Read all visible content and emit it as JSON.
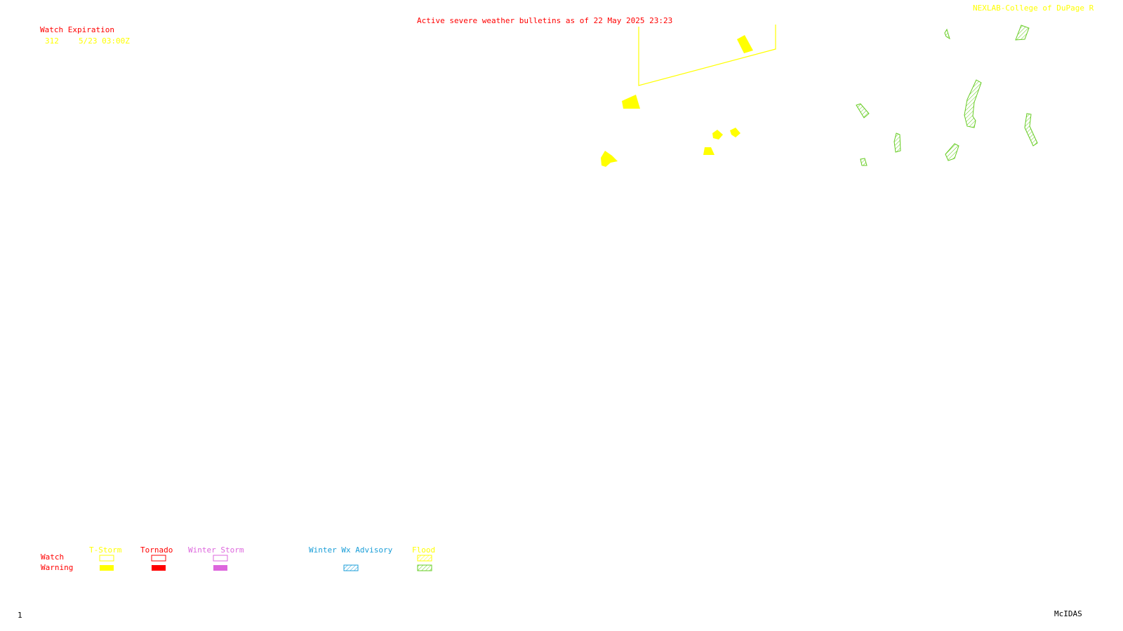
{
  "header": {
    "bulletin_title": "Active severe weather bulletins as of 22 May 2025 23:23",
    "credit": "NEXLAB-College of DuPage R"
  },
  "watch_expiration": {
    "heading": "Watch Expiration",
    "entries": [
      {
        "watch_number": "312",
        "expires": "5/23 03:00Z"
      }
    ]
  },
  "legend": {
    "row_labels": {
      "watch": "Watch",
      "warning": "Warning"
    },
    "categories": [
      {
        "label": "T-Storm",
        "color": "#ffff00",
        "watch_style": "outline",
        "warning_style": "solid"
      },
      {
        "label": "Tornado",
        "color": "#ff0000",
        "watch_style": "outline",
        "warning_style": "solid"
      },
      {
        "label": "Winter Storm",
        "color": "#dd66dd",
        "watch_style": "outline",
        "warning_style": "solid"
      },
      {
        "label": "Winter Wx Advisory",
        "color": "#1a9ed8",
        "watch_style": "none",
        "warning_style": "hatched"
      },
      {
        "label": "Flood",
        "color": "#ffff00",
        "hatch_color": "#66cc22",
        "watch_style": "hatched",
        "warning_style": "hatched"
      }
    ]
  },
  "footer": {
    "frame_number": "1",
    "software": "McIDAS"
  },
  "colors": {
    "header_text": "#ff0000",
    "credit_text": "#ffff00",
    "tstorm_warning": "#ffff00",
    "flood_warning": "#66cc22",
    "background": "#ffffff"
  },
  "icons": {
    "tstorm_warning": "filled-polygon",
    "flood_warning": "hatched-polygon",
    "watch_area": "outline-polygon"
  }
}
